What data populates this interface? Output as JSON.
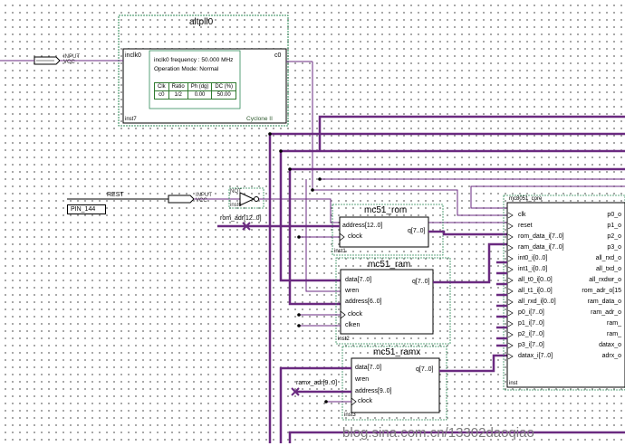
{
  "altpll": {
    "title": "altpll0",
    "in_port": "inclk0",
    "out_port": "c0",
    "frequency": "inclk0 frequency : 50.000 MHz",
    "mode": "Operation Mode: Normal",
    "table_header": [
      "Clk",
      "Ratio",
      "Ph (dg)",
      "DC (%)"
    ],
    "table_row": [
      "c0",
      "1/2",
      "0.00",
      "50.00"
    ],
    "inst": "inst7",
    "device": "Cyclone II"
  },
  "input_top": {
    "tag": "INPUT",
    "vcc": "VCC"
  },
  "rest_input": {
    "name": "REST",
    "tag": "INPUT",
    "vcc": "VCC",
    "pin": "PIN_144"
  },
  "not_gate": {
    "tag": "NOT",
    "inst": "inst6"
  },
  "rom": {
    "title": "mc51_rom",
    "ports_in": [
      "address[12..0]",
      "clock"
    ],
    "port_out": "q[7..0]",
    "inst": "inst1",
    "bus_label": "rom_adr[12..0]"
  },
  "ram": {
    "title": "mc51_ram",
    "ports_in": [
      "data[7..0]",
      "wren",
      "address[6..0]",
      "clock",
      "clken"
    ],
    "port_out": "q[7..0]",
    "inst": "inst2"
  },
  "ramx": {
    "title": "mc51_ramx",
    "ports_in": [
      "data[7..0]",
      "wren",
      "address[9..0]",
      "clock"
    ],
    "port_out": "q[7..0]",
    "inst": "inst3",
    "bus_label": "ramx_adr[9..0]"
  },
  "core": {
    "title": "mc8051_core",
    "inputs": [
      "clk",
      "reset",
      "rom_data_i[7..0]",
      "ram_data_i[7..0]",
      "int0_i[0..0]",
      "int1_i[0..0]",
      "all_t0_i[0..0]",
      "all_t1_i[0..0]",
      "all_rxd_i[0..0]",
      "p0_i[7..0]",
      "p1_i[7..0]",
      "p2_i[7..0]",
      "p3_i[7..0]",
      "datax_i[7..0]"
    ],
    "outputs": [
      "p0_o",
      "p1_o",
      "p2_o",
      "p3_o",
      "all_rxd_o",
      "all_txd_o",
      "all_rxdwr_o",
      "rom_adr_o[15",
      "ram_data_o",
      "ram_adr_o",
      "ram_",
      "ram_",
      "datax_o",
      "adrx_o"
    ],
    "inst": "inst"
  },
  "watermark": "blog.sina.com.cn/13302daoqiao",
  "colors": {
    "bus": "#7a2a88",
    "wire": "#6a2a80",
    "boundary": "#2e8b57",
    "block": "#000000"
  }
}
